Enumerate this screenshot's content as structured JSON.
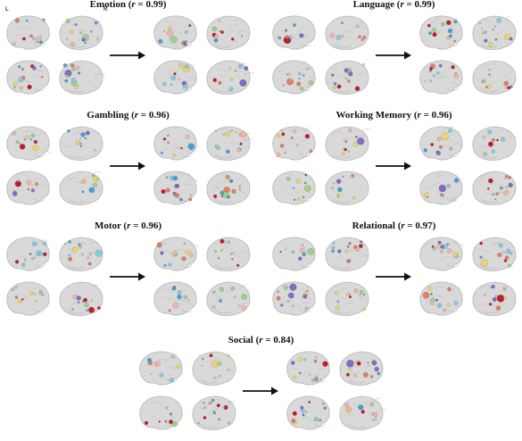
{
  "hemisphere_labels": {
    "left": "L",
    "right": "R"
  },
  "colors": {
    "brain_surface": "#d9d9d9",
    "brain_outline": "#b5b5b5",
    "node_palette": [
      "#3a9fd6",
      "#7fc8e8",
      "#e07a5f",
      "#f2b6a0",
      "#f4d35e",
      "#9bd18b",
      "#c1121f",
      "#7b68c8"
    ],
    "arrow": "#111111"
  },
  "panels": [
    {
      "id": "emotion",
      "title": "Emotion",
      "r_label": "r",
      "r_value": "= 0.99"
    },
    {
      "id": "language",
      "title": "Language",
      "r_label": "r",
      "r_value": "= 0.99"
    },
    {
      "id": "gambling",
      "title": "Gambling",
      "r_label": "r",
      "r_value": "= 0.96"
    },
    {
      "id": "working-memory",
      "title": "Working Memory",
      "r_label": "r",
      "r_value": "= 0.96"
    },
    {
      "id": "motor",
      "title": "Motor",
      "r_label": "r",
      "r_value": "= 0.96"
    },
    {
      "id": "relational",
      "title": "Relational",
      "r_label": "r",
      "r_value": "= 0.97"
    },
    {
      "id": "social",
      "title": "Social",
      "r_label": "r",
      "r_value": "= 0.84"
    }
  ]
}
